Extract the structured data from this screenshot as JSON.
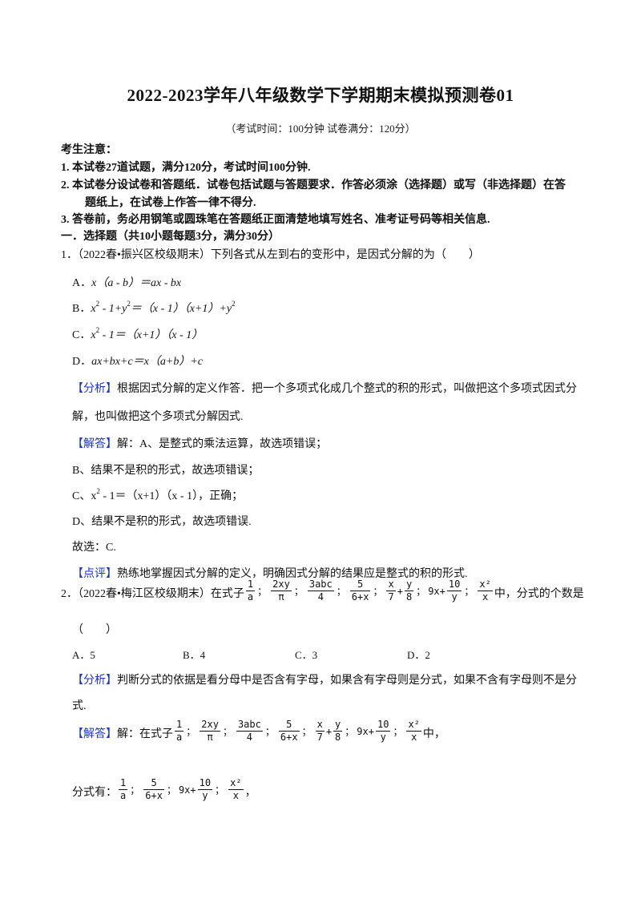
{
  "document": {
    "title": "2022-2023学年八年级数学下学期期末模拟预测卷01",
    "subtitle": "（考试时间：100分钟   试卷满分：120分）"
  },
  "notice": {
    "heading": "考生注意：",
    "items": [
      "1.  本试卷27道试题，满分120分，考试时间100分钟.",
      "2.  本试卷分设试卷和答题纸．试卷包括试题与答题要求．作答必须涂（选择题）或写（非选择题）在答",
      "题纸上，在试卷上作答一律不得分.",
      "3.  答卷前，务必用钢笔或圆珠笔在答题纸正面清楚地填写姓名、准考证号码等相关信息."
    ],
    "section": "一．选择题（共10小题每题3分，满分30分）"
  },
  "q1": {
    "stem": "1．（2022春•振兴区校级期末）下列各式从左到右的变形中，是因式分解的为（　　）",
    "options": {
      "A": {
        "label": "A．",
        "text": "x（a - b）＝ax - bx"
      },
      "B": {
        "label": "B．",
        "pre": "x",
        "sup1": "2",
        "mid": " - 1+y",
        "sup2": "2",
        "post": "＝（x - 1）（x+1）+y",
        "sup3": "2"
      },
      "C": {
        "label": "C．",
        "pre": "x",
        "sup1": "2",
        "post": " - 1＝（x+1）（x - 1）"
      },
      "D": {
        "label": "D．",
        "text": "ax+bx+c＝x（a+b）+c"
      }
    },
    "analysis_tag": "【分析】",
    "analysis_line1": "根据因式分解的定义作答．把一个多项式化成几个整式的积的形式，叫做把这个多项式因式分",
    "analysis_line2": "解，也叫做把这个多项式分解因式.",
    "answer_tag": "【解答】",
    "answer_lines": {
      "a": "解：A、是整式的乘法运算，故选项错误；",
      "b": "B、结果不是积的形式，故选项错误；",
      "c_pre": "C、x",
      "c_sup": "2",
      "c_post": " - 1＝（x+1）（x - 1），正确；",
      "d": "D、结果不是积的形式，故选项错误.",
      "choice": "故选：C."
    },
    "comment_tag": "【点评】",
    "comment": "熟练地掌握因式分解的定义，明确因式分解的结果应是整式的积的形式."
  },
  "q2": {
    "stem_prefix": "2．（2022春•梅江区校级期末）在式子",
    "stem_suffix": "中，分式的个数是",
    "blank": "（　　）",
    "expressions": {
      "f1": {
        "num": "1",
        "den": "a"
      },
      "f2": {
        "num": "2xy",
        "den": "π"
      },
      "f3": {
        "num": "3abc",
        "den": "4"
      },
      "f4": {
        "num": "5",
        "den": "6+x"
      },
      "f5a": {
        "num": "x",
        "den": "7"
      },
      "f5b": {
        "num": "y",
        "den": "8"
      },
      "f6_prefix": "9x+",
      "f6": {
        "num": "10",
        "den": "y"
      },
      "f7": {
        "num": "x²",
        "den": "x"
      }
    },
    "separator": "；",
    "plus": "+",
    "choices": {
      "A": "A．5",
      "B": "B．4",
      "C": "C．3",
      "D": "D．2"
    },
    "analysis_tag": "【分析】",
    "analysis_line1": "判断分式的依据是看分母中是否含有字母，如果含有字母则是分式，如果不含有字母则不是分",
    "analysis_line2": "式.",
    "answer_tag": "【解答】",
    "answer_prefix": "解：在式子",
    "answer_suffix": "中，",
    "result_prefix": "分式有：",
    "result_suffix": "，"
  }
}
